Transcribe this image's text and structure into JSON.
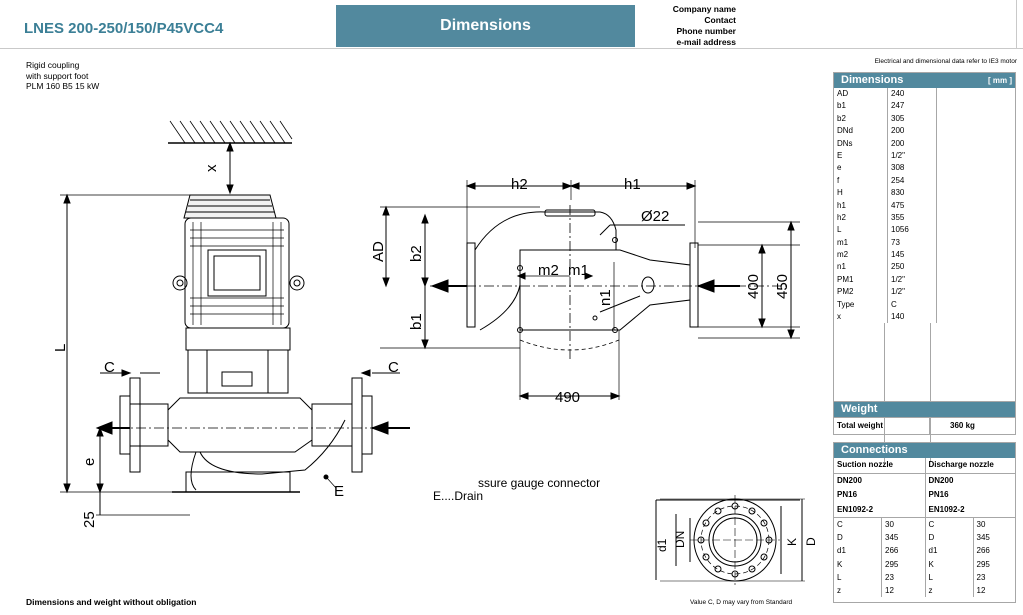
{
  "header": {
    "title": "LNES 200-250/150/P45VCC4",
    "band": "Dimensions",
    "company_lines": [
      "Company name",
      "Contact",
      "Phone number",
      "e-mail address"
    ]
  },
  "subtitle_lines": [
    "Rigid coupling",
    "with support foot",
    "PLM 160 B5 15 kW"
  ],
  "note_top": "Electrical and dimensional data refer to IE3 motor",
  "footer_left": "Dimensions and weight without obligation",
  "footer_note": "Value C, D may vary from Standard",
  "drawing": {
    "front_labels": {
      "x": "x",
      "L": "L",
      "C_left": "C",
      "C_right": "C",
      "e": "e",
      "E": "E",
      "dim_25": "25"
    },
    "side_labels": {
      "h2": "h2",
      "h1": "h1",
      "dia": "Ø22",
      "AD": "AD",
      "b2": "b2",
      "b1": "b1",
      "m2": "m2",
      "m1": "m1",
      "n1": "n1",
      "dim_400": "400",
      "dim_450": "450",
      "dim_490": "490"
    },
    "notes": [
      "ssure gauge connector",
      "E....Drain"
    ],
    "flange_labels": {
      "d1": "d1",
      "DN": "DN",
      "K": "K",
      "D": "D"
    }
  },
  "dimensions": {
    "title": "Dimensions",
    "unit": "[  mm  ]",
    "rows": [
      {
        "k": "AD",
        "v": "240"
      },
      {
        "k": "b1",
        "v": "247"
      },
      {
        "k": "b2",
        "v": "305"
      },
      {
        "k": "DNd",
        "v": "200"
      },
      {
        "k": "DNs",
        "v": "200"
      },
      {
        "k": "E",
        "v": "1/2\""
      },
      {
        "k": "e",
        "v": "308"
      },
      {
        "k": "f",
        "v": "254"
      },
      {
        "k": "H",
        "v": "830"
      },
      {
        "k": "h1",
        "v": "475"
      },
      {
        "k": "h2",
        "v": "355"
      },
      {
        "k": "L",
        "v": "1056"
      },
      {
        "k": "m1",
        "v": "73"
      },
      {
        "k": "m2",
        "v": "145"
      },
      {
        "k": "n1",
        "v": "250"
      },
      {
        "k": "PM1",
        "v": "1/2\""
      },
      {
        "k": "PM2",
        "v": "1/2\""
      },
      {
        "k": "Type",
        "v": "C"
      },
      {
        "k": "x",
        "v": "140"
      }
    ]
  },
  "weight": {
    "title": "Weight",
    "label": "Total weight",
    "value": "360 kg"
  },
  "connections": {
    "title": "Connections",
    "suction": {
      "header": "Suction nozzle",
      "dn": "DN200",
      "pn": "PN16",
      "std": "EN1092-2",
      "rows": [
        {
          "k": "C",
          "v": "30"
        },
        {
          "k": "D",
          "v": "345"
        },
        {
          "k": "d1",
          "v": "266"
        },
        {
          "k": "K",
          "v": "295"
        },
        {
          "k": "L",
          "v": "23"
        },
        {
          "k": "z",
          "v": "12"
        }
      ]
    },
    "discharge": {
      "header": "Discharge nozzle",
      "dn": "DN200",
      "pn": "PN16",
      "std": "EN1092-2",
      "rows": [
        {
          "k": "C",
          "v": "30"
        },
        {
          "k": "D",
          "v": "345"
        },
        {
          "k": "d1",
          "v": "266"
        },
        {
          "k": "K",
          "v": "295"
        },
        {
          "k": "L",
          "v": "23"
        },
        {
          "k": "z",
          "v": "12"
        }
      ]
    }
  }
}
